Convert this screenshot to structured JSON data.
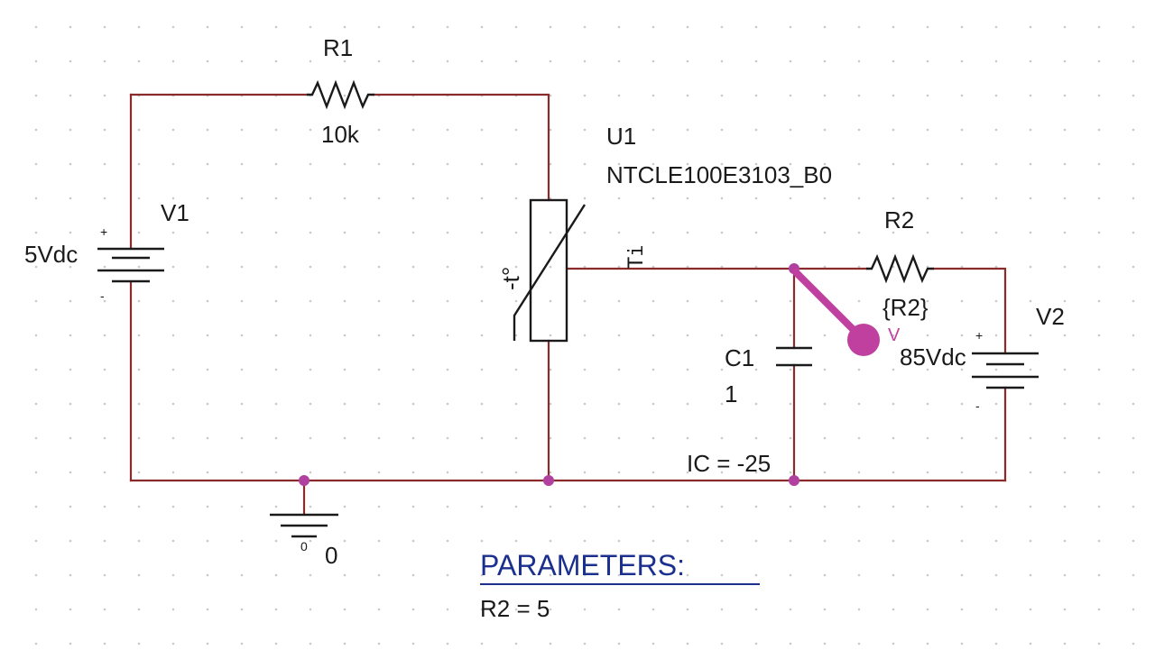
{
  "components": {
    "r1": {
      "ref": "R1",
      "value": "10k"
    },
    "v1": {
      "ref": "V1",
      "value": "5Vdc",
      "plus": "+",
      "minus": "-"
    },
    "u1": {
      "ref": "U1",
      "part": "NTCLE100E3103_B0",
      "symbol_text": "-t°",
      "pin_label": "Ti"
    },
    "r2": {
      "ref": "R2",
      "value": "{R2}"
    },
    "c1": {
      "ref": "C1",
      "value": "1",
      "ic": "IC = -25"
    },
    "v2": {
      "ref": "V2",
      "value": "85Vdc",
      "plus": "+",
      "minus": "-"
    },
    "ground": {
      "net": "0",
      "sub": "0"
    },
    "probe": {
      "label": "V"
    }
  },
  "parameters": {
    "title": "PARAMETERS:",
    "assignment": "R2 = 5"
  },
  "colors": {
    "wire": "#8a2a2a",
    "junction": "#b0419f",
    "probe": "#c0409f",
    "parameters_text": "#1b2f8f",
    "grid_dot": "#c9c9c9"
  },
  "icons": {
    "probe": "voltage-probe-icon",
    "ground": "ground-icon"
  }
}
